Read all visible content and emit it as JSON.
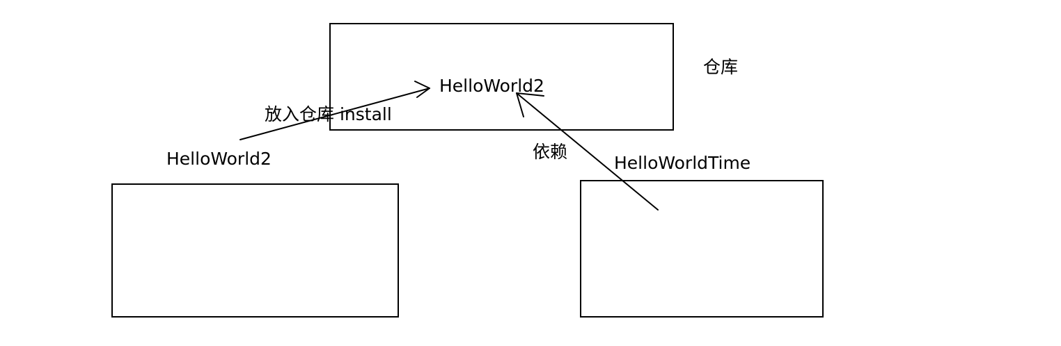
{
  "diagram": {
    "repository": {
      "label": "仓库",
      "artifact_label": "HelloWorld2"
    },
    "source_project": {
      "label": "HelloWorld2"
    },
    "dependent_project": {
      "label": "HelloWorldTime"
    },
    "edges": {
      "install": {
        "label": "放入仓库 install",
        "from": "HelloWorld2",
        "to": "仓库"
      },
      "depends": {
        "label": "依赖",
        "from": "HelloWorldTime",
        "to": "仓库"
      }
    }
  },
  "colors": {
    "stroke": "#000000",
    "text": "#000000",
    "background": "#ffffff"
  }
}
